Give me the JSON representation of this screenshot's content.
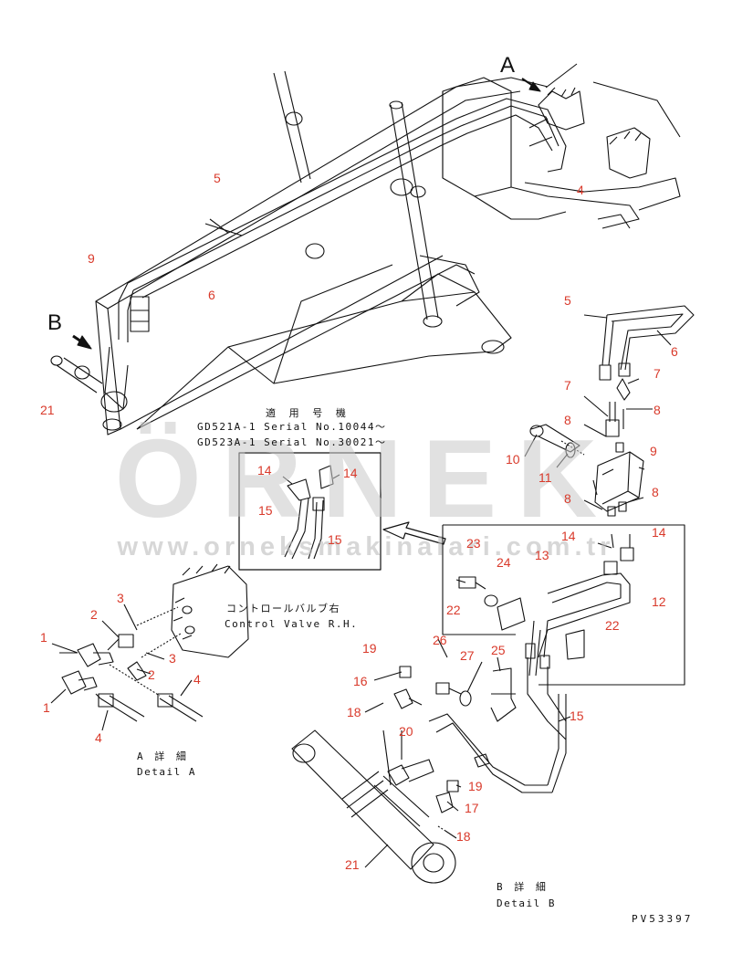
{
  "callouts": {
    "c5a": "5",
    "c4a": "4",
    "c9a": "9",
    "c6a": "6",
    "c21a": "21",
    "c5b": "5",
    "c6b": "6",
    "c7a": "7",
    "c7b": "7",
    "c8a": "8",
    "c8b": "8",
    "c9b": "9",
    "c8c": "8",
    "c8d": "8",
    "c10": "10",
    "c11": "11",
    "c14a": "14",
    "c14b": "14",
    "c15a": "15",
    "c15b": "15",
    "c14c": "14",
    "c14d": "14",
    "c23": "23",
    "c13": "13",
    "c24": "24",
    "c12": "12",
    "c22a": "22",
    "c22b": "22",
    "c26": "26",
    "c3a": "3",
    "c2a": "2",
    "c1a": "1",
    "c3b": "3",
    "c2b": "2",
    "c4b": "4",
    "c1b": "1",
    "c4c": "4",
    "c19a": "19",
    "c27": "27",
    "c25": "25",
    "c16": "16",
    "c18a": "18",
    "c20": "20",
    "c15c": "15",
    "c19b": "19",
    "c17": "17",
    "c18b": "18",
    "c21b": "21"
  },
  "view_letters": {
    "a": "A",
    "b": "B"
  },
  "applicability": {
    "heading": "適 用 号 機",
    "line1": "GD521A-1 Serial No.10044〜",
    "line2": "GD523A-1 Serial No.30021〜"
  },
  "control_valve": {
    "jp": "コントロールバルブ右",
    "en": "Control Valve R.H."
  },
  "detail_a": {
    "jp": "A 詳 細",
    "en": "Detail A"
  },
  "detail_b": {
    "jp": "B 詳 細",
    "en": "Detail B"
  },
  "drawing_code": "PV53397",
  "watermark": {
    "brand": "ÖRNEK",
    "url": "www.orneksmakinalari.com.tr"
  },
  "colors": {
    "callout": "#d93a2b",
    "line": "#111111",
    "watermark": "#c9c9c9"
  }
}
